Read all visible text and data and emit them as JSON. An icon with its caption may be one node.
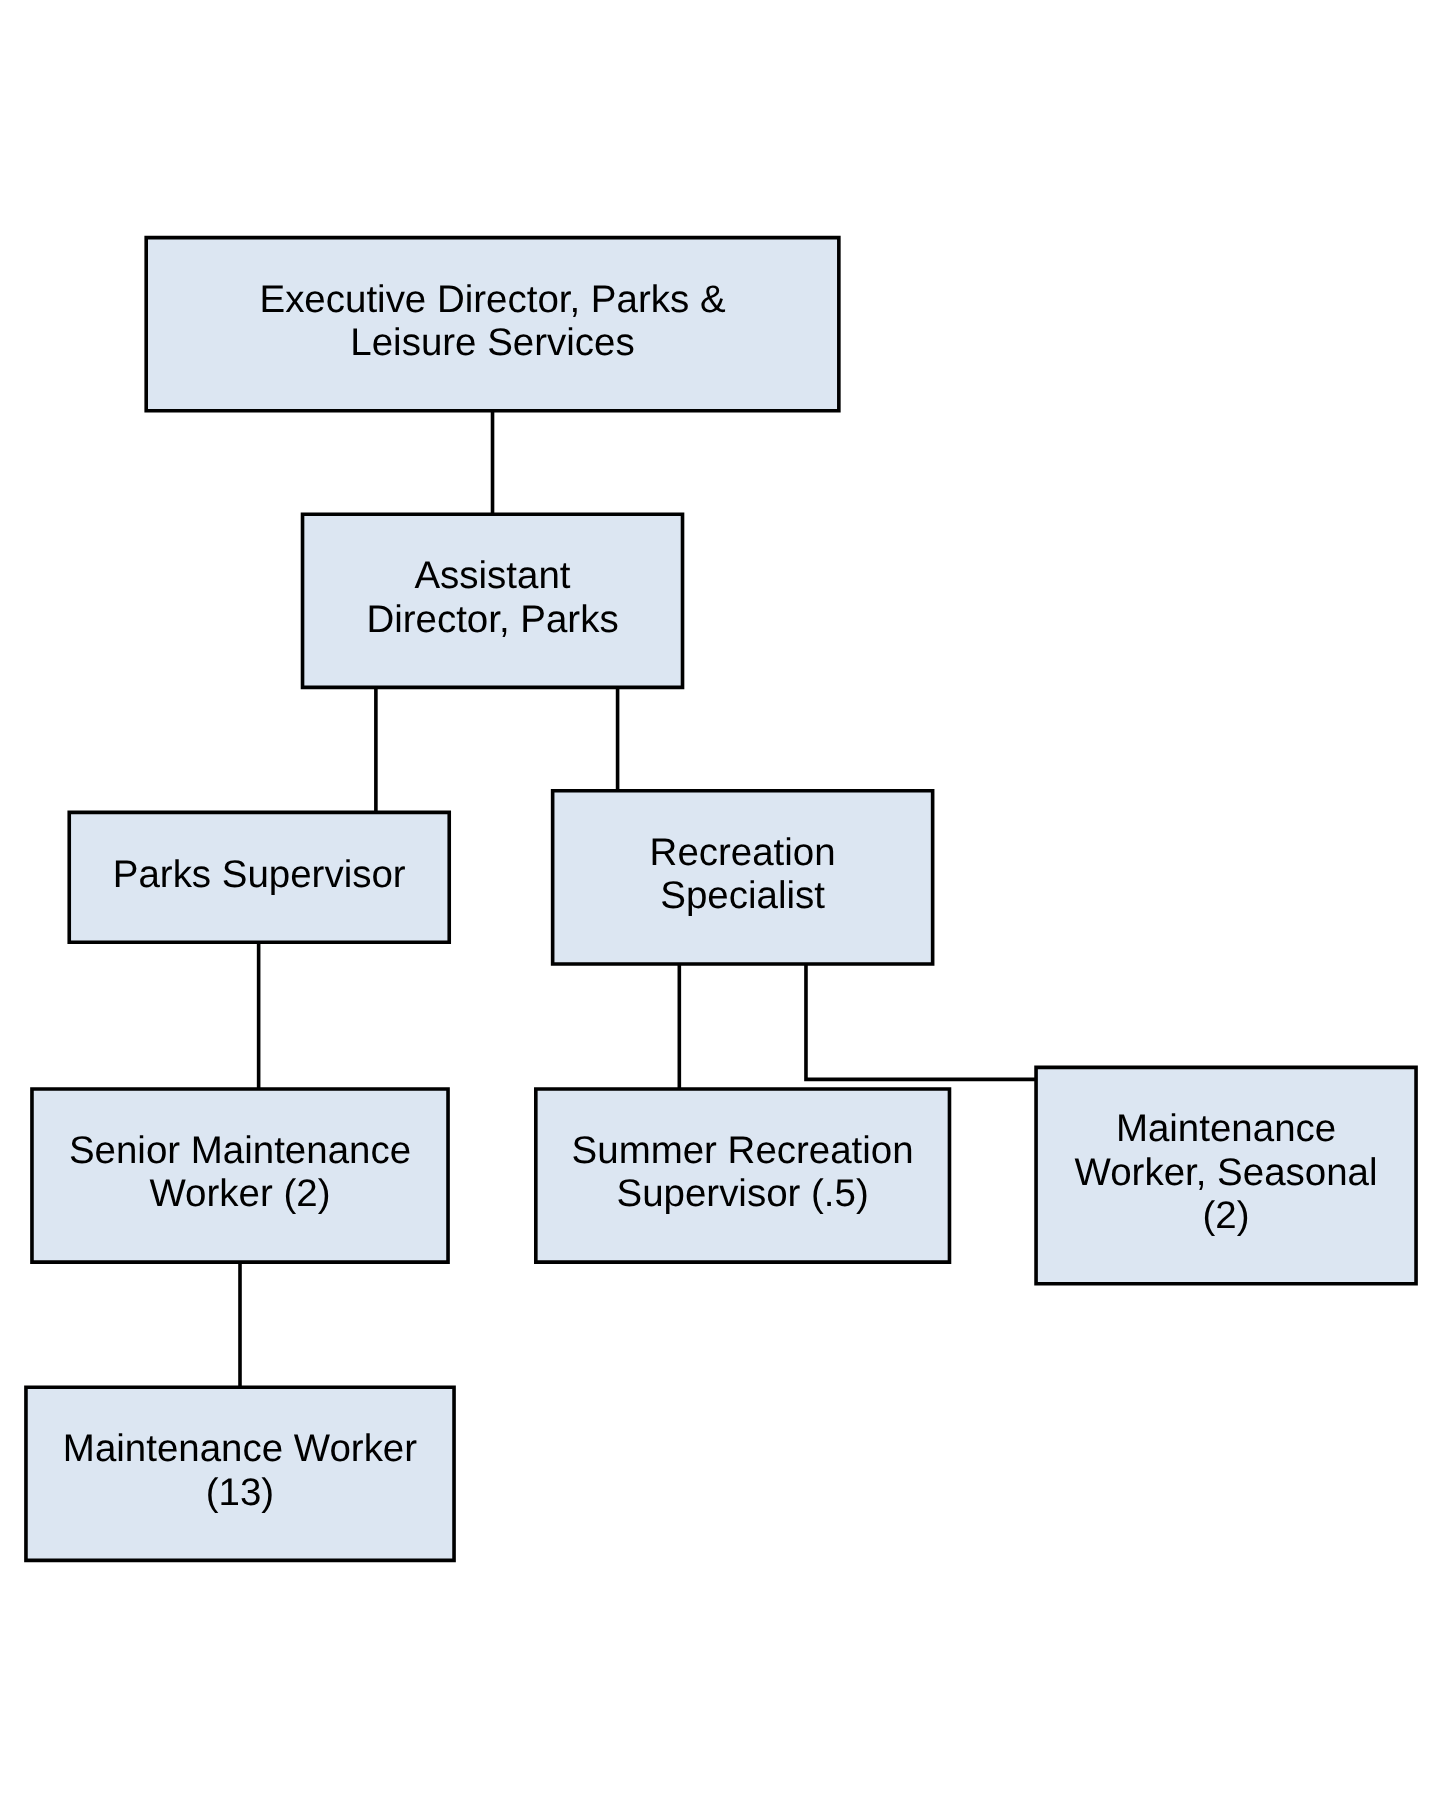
{
  "diagram": {
    "nodes": [
      {
        "text": [
          "Executive Director, Parks & Leisure Services"
        ]
      },
      {
        "text": [
          "Assistant Director, Parks"
        ]
      },
      {
        "text": [
          "Parks Supervisor"
        ]
      },
      {
        "text": [
          "Recreation Specialist"
        ]
      },
      {
        "text": [
          "Senior Maintenance Worker (2)"
        ]
      },
      {
        "text": [
          "Maintenance Worker (13)"
        ]
      },
      {
        "text": [
          "Summer Recreation Supervisor (.5)"
        ]
      },
      {
        "text": [
          "Maintenance Worker, Seasonal (2)"
        ]
      }
    ],
    "edges": [
      {
        "from": 0,
        "to": 1,
        "arrow": "none"
      },
      {
        "from": 1,
        "to": 2,
        "arrow": "none"
      },
      {
        "from": 1,
        "to": 3,
        "arrow": "none"
      },
      {
        "from": 2,
        "to": 4,
        "arrow": "none"
      },
      {
        "from": 4,
        "to": 5,
        "arrow": "none"
      },
      {
        "from": 3,
        "to": 6,
        "arrow": "none"
      },
      {
        "from": 3,
        "to": 7,
        "arrow": "none"
      }
    ]
  }
}
